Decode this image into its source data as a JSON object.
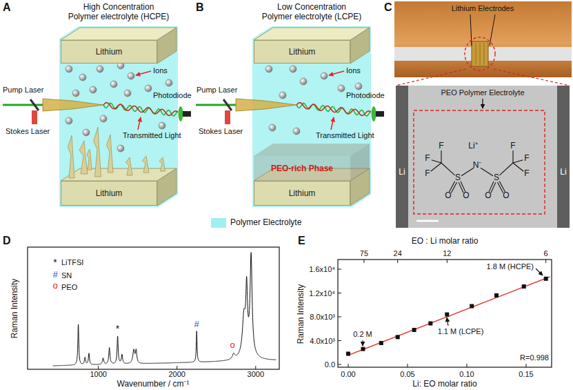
{
  "diagram": {
    "nodes": [
      {
        "text": [
          "Lithium"
        ]
      },
      {
        "text": [
          "Lithium"
        ]
      },
      {
        "text": [
          "Lithium"
        ]
      },
      {
        "text": [
          "PEO-rich Phase"
        ]
      },
      {
        "text": [
          "Lithium"
        ]
      }
    ],
    "labels": [
      "A",
      "High Concentration Polymer electrolyte (HCPE)",
      "Ions",
      "Pump Laser",
      "Stokes Laser",
      "Photodiode",
      "Transmitted Light",
      "B",
      "Low Concentration Polymer electrolyte (LCPE)",
      "Ions",
      "Pump Laser",
      "Stokes Laser",
      "Photodiode",
      "Transmitted Light",
      "C",
      "Lithium Electrodes",
      "PEO Polymer Electrolyte",
      "Li",
      "Li",
      "Li⁺",
      "N⁻",
      "S",
      "S",
      "O",
      "O",
      "O",
      "O",
      "F",
      "F",
      "F",
      "F",
      "F",
      "F",
      "D",
      "Raman Intensity",
      "Wavenumber / cm⁻¹",
      "1000",
      "2000",
      "3000",
      "*",
      "#",
      "o",
      "*",
      "#",
      "o",
      "E",
      "EO : Li molar ratio",
      "75",
      "24",
      "12",
      "6",
      "Raman Intensity",
      "0.0",
      "4.0x10³",
      "8.0x10³",
      "1.2x10⁴",
      "1.6x10⁴",
      "0.00",
      "0.05",
      "0.10",
      "0.15",
      "Li: EO molar ratio",
      "0.2 M",
      "1.1 M (LCPE)",
      "1.8 M (HCPE)",
      "R=0.998"
    ],
    "legend": [
      {
        "text": "Polymer Electrolyte",
        "color": "#9ff0f0"
      },
      {
        "text": "LiTFSI"
      },
      {
        "text": "SN"
      },
      {
        "text": "PEO"
      }
    ]
  }
}
